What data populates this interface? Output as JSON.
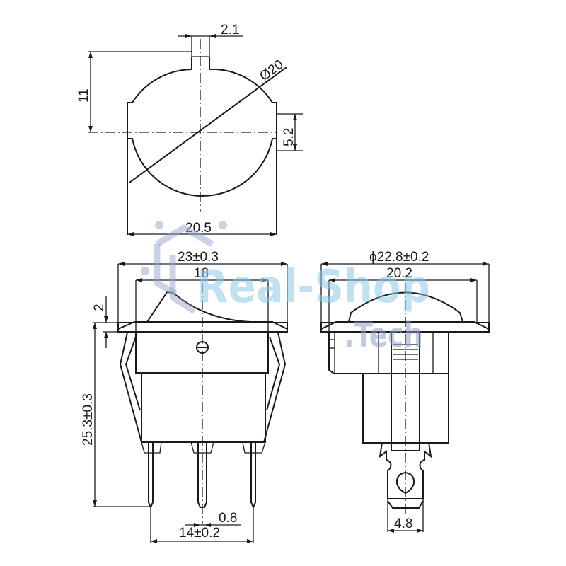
{
  "drawing": {
    "subject": "Round rocker switch",
    "units": "mm",
    "line_color": "#1a1a1a",
    "background": "#ffffff"
  },
  "top_view": {
    "dims": {
      "tab_width": "2.1",
      "height_to_center": "11",
      "diameter": "Ø20",
      "flat_height": "5.2",
      "overall_width": "20.5"
    }
  },
  "front_view": {
    "dims": {
      "flange_width": "23±0.3",
      "body_width": "18",
      "flange_thickness": "2",
      "overall_height": "25.3±0.3",
      "pin_width": "0.8",
      "pin_pitch": "14±0.2"
    }
  },
  "side_view": {
    "dims": {
      "flange_diameter": "ϕ22.8±0.2",
      "body_width": "20.2",
      "terminal_width": "4.8"
    }
  },
  "watermark": {
    "text_main": "Real-Shop",
    "text_sub": ".Tech",
    "color_main": "#8ecae6",
    "color_sub": "#8fa0c8"
  }
}
